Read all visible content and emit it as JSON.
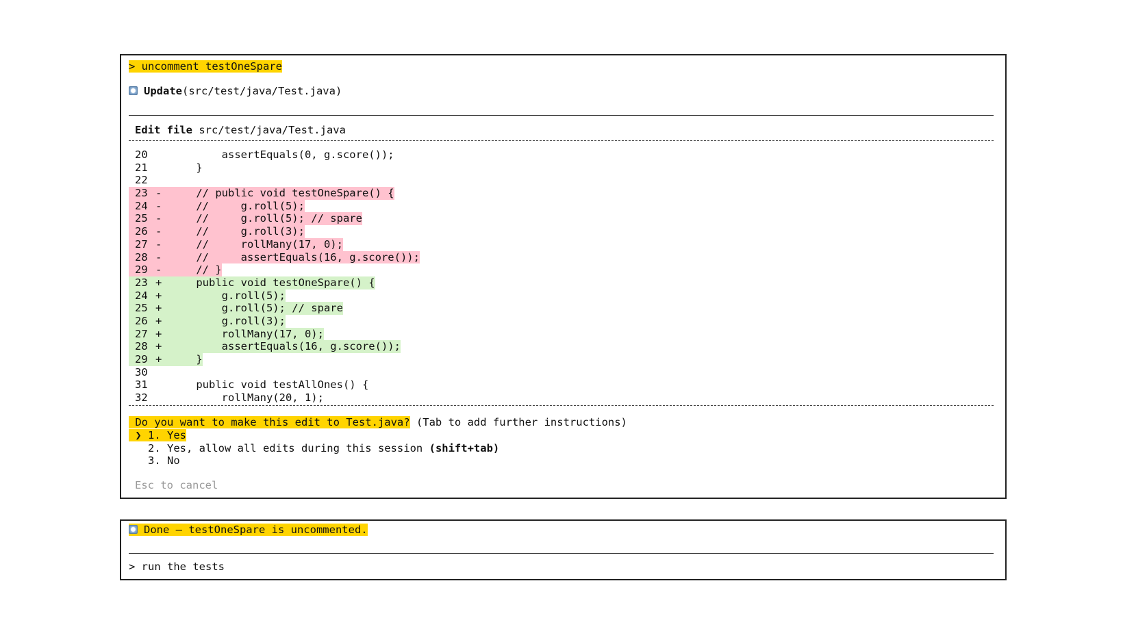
{
  "session": {
    "prompt": "> uncomment testOneSpare",
    "tool_name": "Update",
    "tool_args": "(src/test/java/Test.java)",
    "edit_title_bold": "Edit file",
    "edit_title_path": " src/test/java/Test.java"
  },
  "diff": [
    {
      "num": "20",
      "mark": " ",
      "code": "        assertEquals(0, g.score());",
      "kind": "context"
    },
    {
      "num": "21",
      "mark": " ",
      "code": "    }",
      "kind": "context"
    },
    {
      "num": "22",
      "mark": " ",
      "code": "",
      "kind": "context"
    },
    {
      "num": "23",
      "mark": "-",
      "code": "    // public void testOneSpare() {",
      "kind": "removed"
    },
    {
      "num": "24",
      "mark": "-",
      "code": "    //     g.roll(5);",
      "kind": "removed"
    },
    {
      "num": "25",
      "mark": "-",
      "code": "    //     g.roll(5); // spare",
      "kind": "removed"
    },
    {
      "num": "26",
      "mark": "-",
      "code": "    //     g.roll(3);",
      "kind": "removed"
    },
    {
      "num": "27",
      "mark": "-",
      "code": "    //     rollMany(17, 0);",
      "kind": "removed"
    },
    {
      "num": "28",
      "mark": "-",
      "code": "    //     assertEquals(16, g.score());",
      "kind": "removed"
    },
    {
      "num": "29",
      "mark": "-",
      "code": "    // }",
      "kind": "removed"
    },
    {
      "num": "23",
      "mark": "+",
      "code": "    public void testOneSpare() {",
      "kind": "added"
    },
    {
      "num": "24",
      "mark": "+",
      "code": "        g.roll(5);",
      "kind": "added"
    },
    {
      "num": "25",
      "mark": "+",
      "code": "        g.roll(5); // spare",
      "kind": "added"
    },
    {
      "num": "26",
      "mark": "+",
      "code": "        g.roll(3);",
      "kind": "added"
    },
    {
      "num": "27",
      "mark": "+",
      "code": "        rollMany(17, 0);",
      "kind": "added"
    },
    {
      "num": "28",
      "mark": "+",
      "code": "        assertEquals(16, g.score());",
      "kind": "added"
    },
    {
      "num": "29",
      "mark": "+",
      "code": "    }",
      "kind": "added"
    },
    {
      "num": "30",
      "mark": " ",
      "code": "",
      "kind": "context"
    },
    {
      "num": "31",
      "mark": " ",
      "code": "    public void testAllOnes() {",
      "kind": "context"
    },
    {
      "num": "32",
      "mark": " ",
      "code": "        rollMany(20, 1);",
      "kind": "context"
    }
  ],
  "confirm": {
    "question": " Do you want to make this edit to Test.java?",
    "hint": " (Tab to add further instructions)",
    "options": [
      {
        "label": " ❯ 1. Yes",
        "selected": true
      },
      {
        "label": "   2. Yes, allow all edits during this session ",
        "shortcut": "(shift+tab)",
        "selected": false
      },
      {
        "label": "   3. No",
        "selected": false
      }
    ],
    "cancel_hint": "Esc to cancel"
  },
  "result": {
    "done_text": "Done — testOneSpare is uncommented.",
    "next_prompt": "> run the tests"
  },
  "colors": {
    "highlight": "#ffd400",
    "removed_bg": "#ffc2cf",
    "added_bg": "#d5f2c9"
  },
  "icons": {
    "tool_status": "square-status-icon"
  }
}
